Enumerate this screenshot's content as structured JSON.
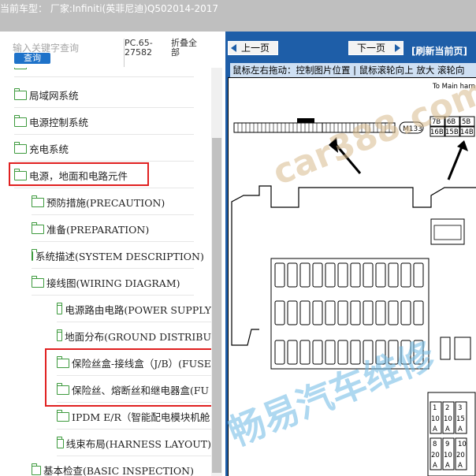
{
  "window": {
    "title": "当前车型：  厂家:Infiniti(英菲尼迪)Q502014-2017"
  },
  "search": {
    "placeholder": "输入关键字查询",
    "button_label": "查询"
  },
  "header": {
    "pc_code": "PC.65-27582",
    "collapse_label": "折叠全部"
  },
  "tree": {
    "items": [
      {
        "label": "局域网系统"
      },
      {
        "label": "电源控制系统"
      },
      {
        "label": "充电系统"
      },
      {
        "label": "电源，地面和电路元件"
      },
      {
        "label": "预防措施(PRECAUTION)"
      },
      {
        "label": "准备(PREPARATION)"
      },
      {
        "label": "系统描述(SYSTEM DESCRIPTION)"
      },
      {
        "label": "接线图(WIRING DIAGRAM)"
      },
      {
        "label": "电源路由电路(POWER SUPPLY"
      },
      {
        "label": "地面分布(GROUND DISTRIBU"
      },
      {
        "label": "保险丝盒-接线盒（J/B）(FUSE"
      },
      {
        "label": "保险丝、熔断丝和继电器盒(FU"
      },
      {
        "label": "IPDM E/R（智能配电模块机舱"
      },
      {
        "label": "线束布局(HARNESS LAYOUT)"
      },
      {
        "label": "基本检查(BASIC INSPECTION)"
      }
    ]
  },
  "viewer": {
    "prev_label": "上一页",
    "next_label": "下一页",
    "refresh_label": "[刷新当前页]",
    "hint": "鼠标左右拖动：控制图片位置 | 鼠标滚轮向上 放大  滚轮向",
    "diagram": {
      "caption": "To Main harn",
      "connector": "M133",
      "fuse_top": [
        "7B",
        "6B",
        "5B",
        "16B",
        "15B",
        "14B"
      ],
      "fuse_grid_a": [
        "1",
        "2",
        "3",
        "10",
        "10",
        "15",
        "A",
        "A",
        "A"
      ],
      "fuse_grid_b": [
        "8",
        "9",
        "10",
        "20",
        "10",
        "20",
        "A",
        "A",
        "A"
      ]
    },
    "watermarks": [
      "car388.com",
      "畅易汽车维修"
    ]
  },
  "colors": {
    "accent": "#1e5ea8",
    "folder": "#3d9a3d",
    "highlight": "#e02020"
  }
}
